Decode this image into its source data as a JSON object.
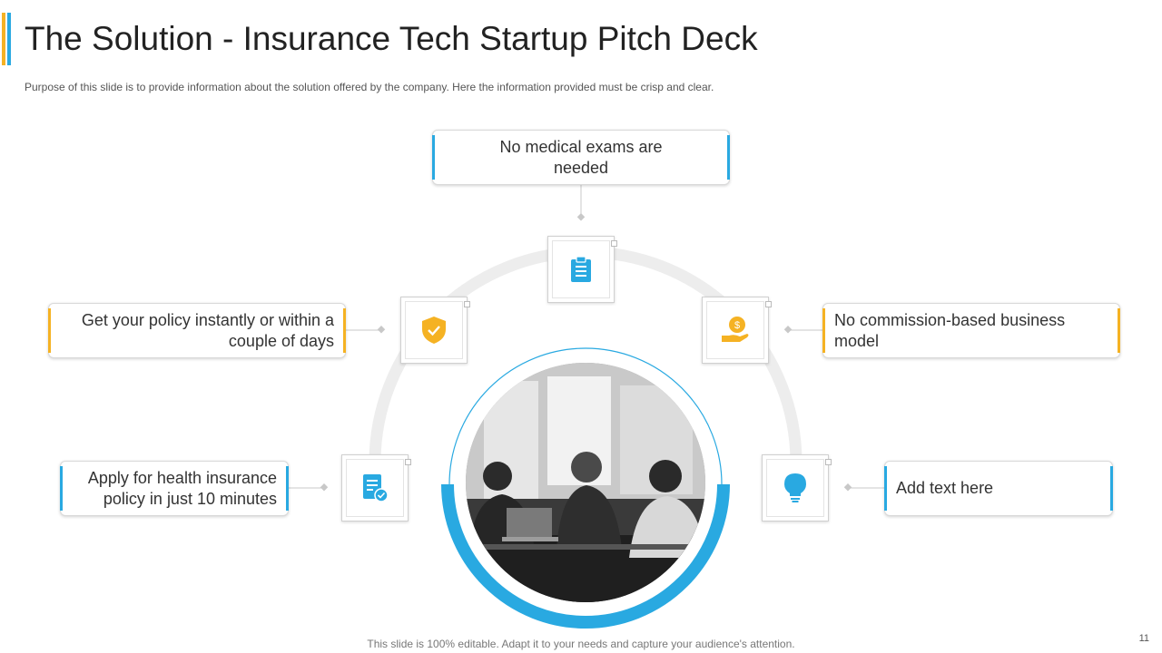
{
  "slide": {
    "title": "The Solution - Insurance Tech Startup Pitch Deck",
    "subtitle": "Purpose of this slide is to provide  information  about the solution offered  by the company. Here  the information  provided  must be crisp and clear.",
    "footer": "This slide is 100% editable. Adapt it to your needs and capture your audience's attention.",
    "page_number": "11"
  },
  "colors": {
    "blue": "#29a9e1",
    "orange": "#f5b223",
    "arc": "#ededed"
  },
  "points": {
    "top": {
      "text": "No medical exams are needed",
      "icon": "clipboard-icon"
    },
    "left_upper": {
      "text": "Get your policy instantly  or within  a couple of days",
      "icon": "shield-check-icon"
    },
    "right_upper": {
      "text": "No commission-based business model",
      "icon": "money-hand-icon"
    },
    "left_lower": {
      "text": "Apply for health insurance policy in just  10 minutes",
      "icon": "document-check-icon"
    },
    "right_lower": {
      "text": "Add text here",
      "icon": "lightbulb-icon"
    }
  },
  "center_image": {
    "description_icon": "team-meeting-photo"
  }
}
